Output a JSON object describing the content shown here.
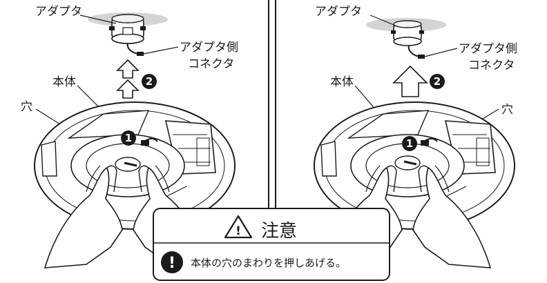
{
  "left_panel": {
    "adapter_label": "アダプタ",
    "connector_label_line1": "アダプタ側",
    "connector_label_line2": "コネクタ",
    "body_label": "本体",
    "hole_label": "穴",
    "step1": "1",
    "step2": "2"
  },
  "right_panel": {
    "adapter_label": "アダプタ",
    "connector_label_line1": "アダプタ側",
    "connector_label_line2": "コネクタ",
    "body_label": "本体",
    "hole_label": "穴",
    "step1": "1",
    "step2": "2"
  },
  "caution": {
    "title": "注意",
    "warning_symbol": "!",
    "exclamation_symbol": "!",
    "message": "本体の穴のまわりを押しあげる。"
  },
  "icons": [
    "warning-triangle-icon",
    "exclamation-circle-icon",
    "up-arrow-icon"
  ]
}
